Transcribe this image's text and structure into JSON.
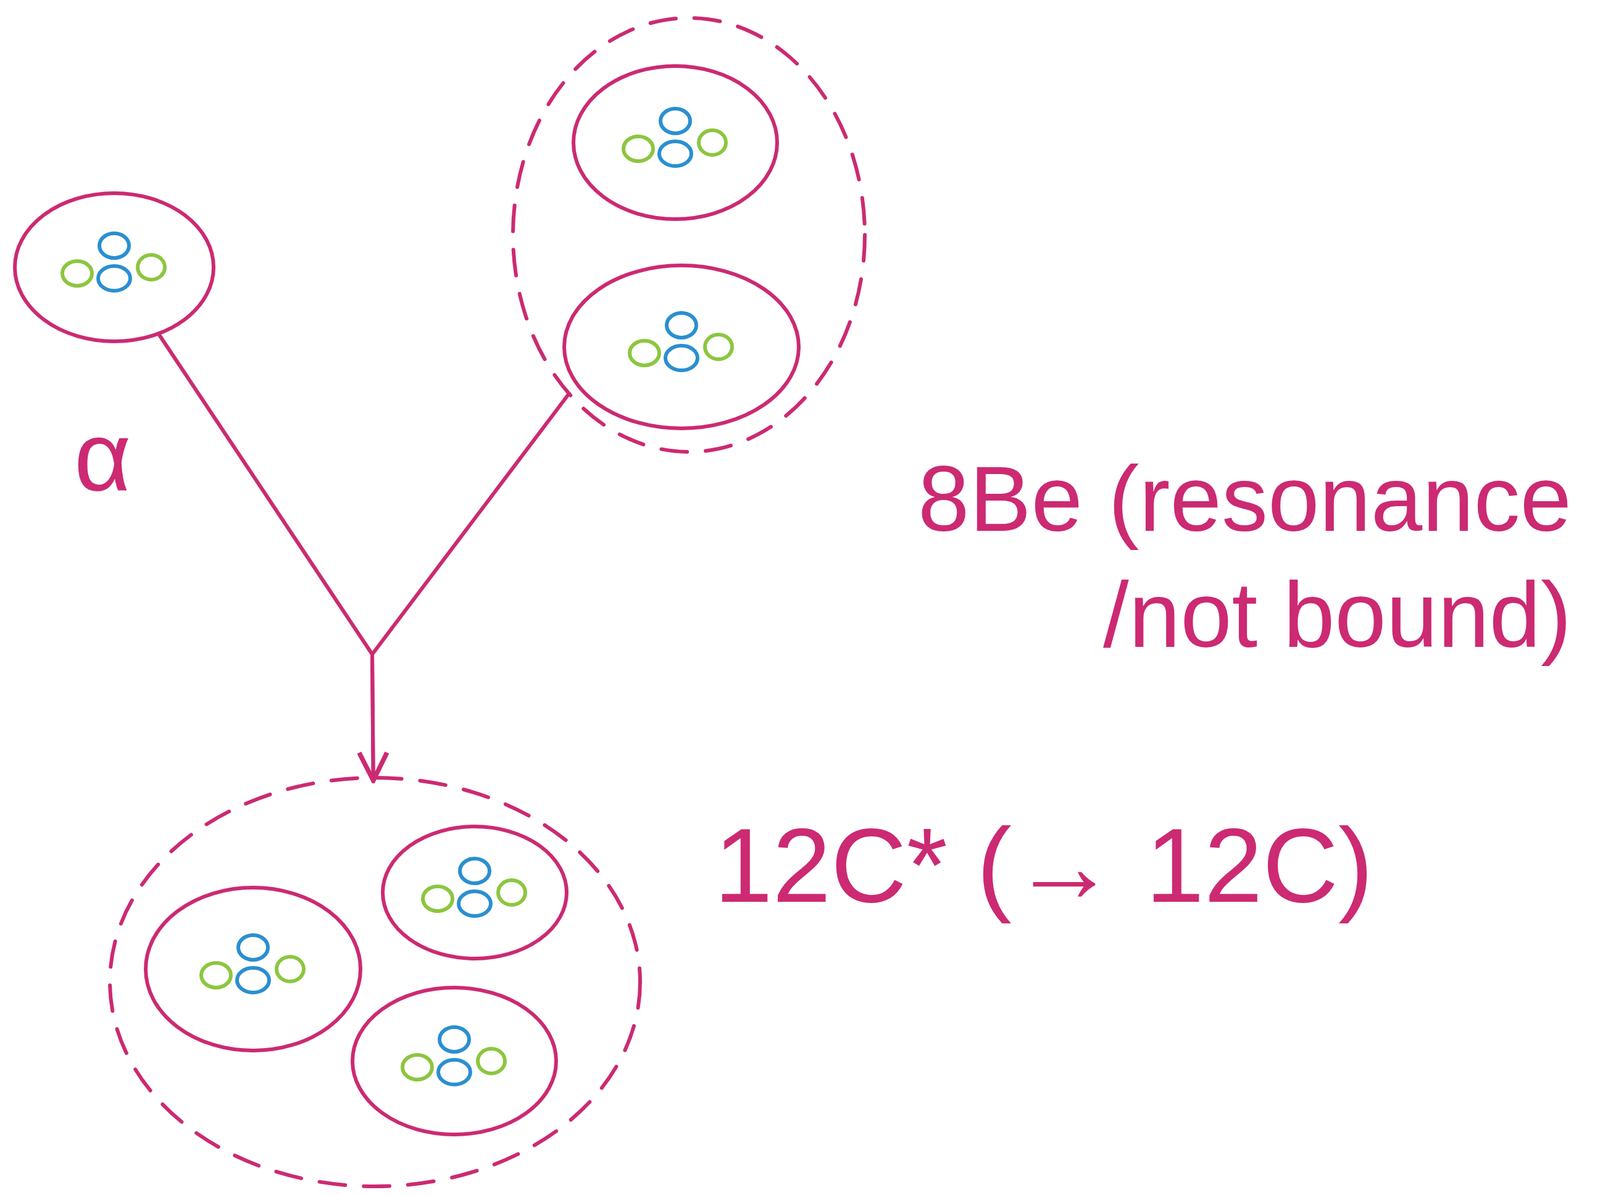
{
  "diagram": {
    "nodes": [
      {
        "text": [
          "α"
        ]
      },
      {
        "text": [
          "8Be (resonance /not bound)"
        ]
      },
      {
        "text": [
          "12C* (→ 12C)"
        ]
      }
    ],
    "edges": [
      {
        "from": 0,
        "to": 2,
        "arrow": "to"
      },
      {
        "from": 1,
        "to": 2,
        "arrow": "to"
      }
    ]
  }
}
